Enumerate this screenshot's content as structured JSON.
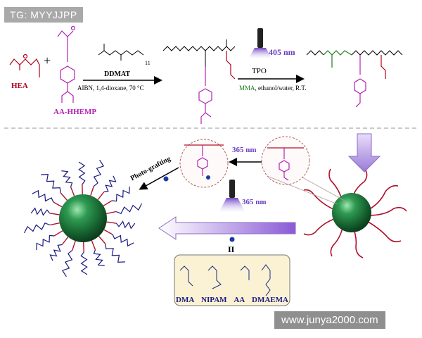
{
  "watermarks": {
    "top_left": "TG: MYYJJPP",
    "bottom_right": "www.junya2000.com"
  },
  "reactants": {
    "hea": "HEA",
    "aa_hhemp": "AA-HHEMP",
    "plus": "+"
  },
  "step1": {
    "agent": "DDMAT",
    "subscript": "11",
    "conditions": "AIBN, 1,4-dioxane, 70 °C"
  },
  "step2": {
    "light": "405 nm",
    "catalyst": "TPO",
    "monomer": "MMA",
    "conditions": ", ethanol/water, R.T."
  },
  "step3": {
    "light": "365 nm"
  },
  "step4": {
    "light": "365 nm",
    "process": "Photo-grafting",
    "equals": "II"
  },
  "monomers": [
    "DMA",
    "NIPAM",
    "AA",
    "DMAEMA"
  ],
  "colors": {
    "hea": "#b0001c",
    "aa_hhemp": "#b321b3",
    "mma": "#1f7a1f",
    "brush": "#1a1a80",
    "chain": "#b0102a",
    "light": "#7b4fc9",
    "sphere": "#1d7a3a",
    "box": "#fbf2d4"
  }
}
